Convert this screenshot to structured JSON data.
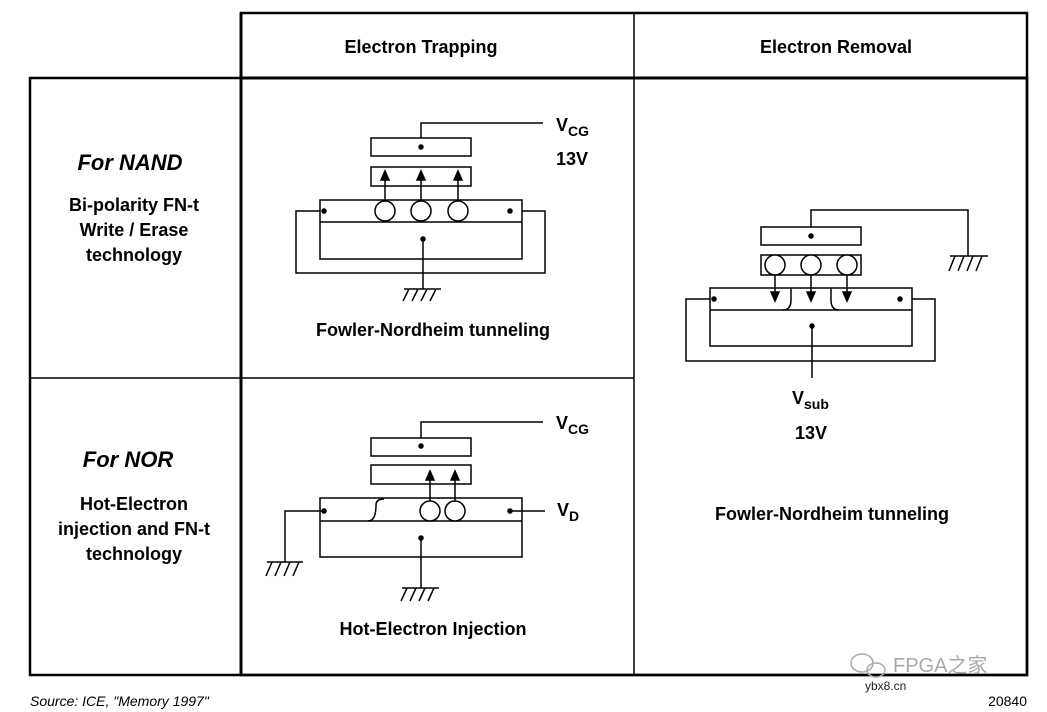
{
  "table": {
    "header_trapping": "Electron Trapping",
    "header_removal": "Electron Removal"
  },
  "nand": {
    "title": "For NAND",
    "desc_line1": "Bi-polarity FN-t",
    "desc_line2": "Write / Erase",
    "desc_line3": "technology",
    "trap_caption": "Fowler-Nordheim tunneling",
    "vcg_main": "V",
    "vcg_sub": "CG",
    "voltage": "13V"
  },
  "nor": {
    "title": "For NOR",
    "desc_line1": "Hot-Electron",
    "desc_line2": "injection and FN-t",
    "desc_line3": "technology",
    "trap_caption": "Hot-Electron Injection",
    "vcg_main": "V",
    "vcg_sub": "CG",
    "vd_main": "V",
    "vd_sub": "D"
  },
  "removal": {
    "vsub_main": "V",
    "vsub_sub": "sub",
    "voltage": "13V",
    "caption": "Fowler-Nordheim tunneling"
  },
  "footer": {
    "source": "Source:  ICE, \"Memory 1997\"",
    "figure_number": "20840",
    "watermark": "FPGA之家",
    "watermark_url": "ybx8.cn"
  }
}
